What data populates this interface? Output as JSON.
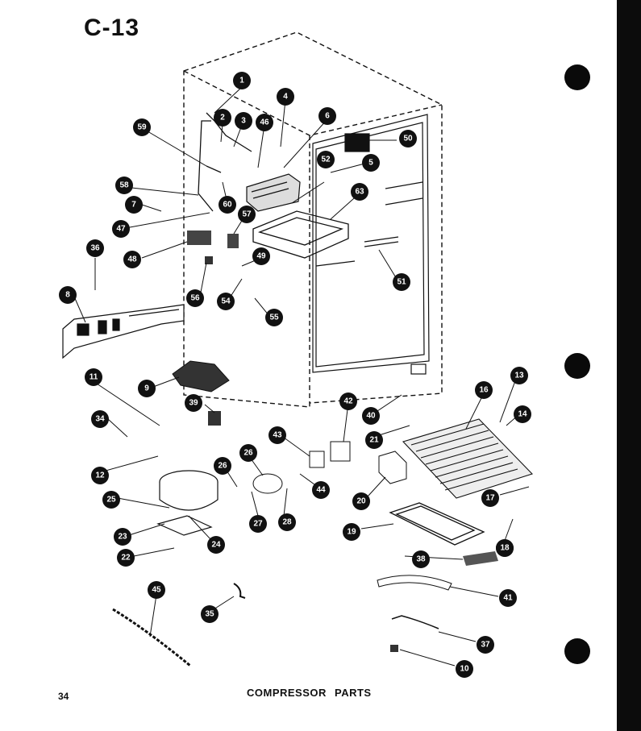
{
  "page": {
    "code": "C-13",
    "number": "34",
    "caption": "COMPRESSOR PARTS"
  },
  "colors": {
    "ink": "#111111",
    "paper": "#ffffff"
  },
  "callouts": [
    "1",
    "2",
    "3",
    "4",
    "5",
    "6",
    "7",
    "8",
    "9",
    "10",
    "11",
    "12",
    "13",
    "14",
    "16",
    "16",
    "17",
    "18",
    "19",
    "20",
    "21",
    "22",
    "23",
    "24",
    "25",
    "26",
    "26",
    "27",
    "28",
    "34",
    "35",
    "36",
    "37",
    "38",
    "39",
    "40",
    "41",
    "42",
    "43",
    "44",
    "45",
    "46",
    "47",
    "48",
    "49",
    "50",
    "51",
    "52",
    "54",
    "55",
    "56",
    "57",
    "58",
    "59",
    "60",
    "63"
  ]
}
